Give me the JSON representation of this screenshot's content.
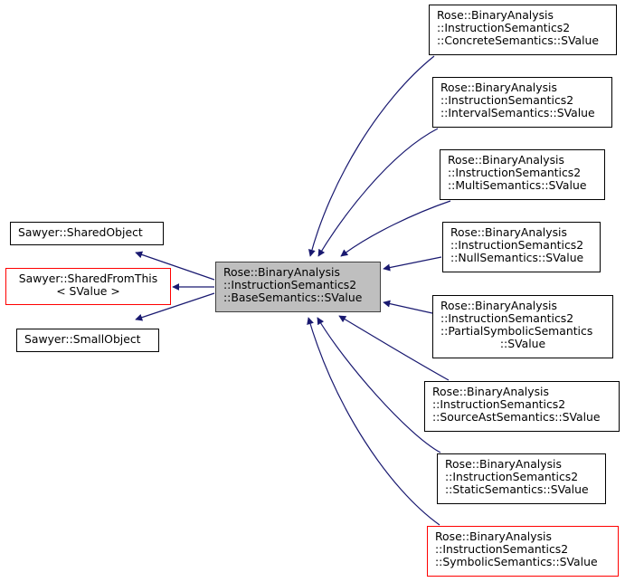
{
  "diagram": {
    "type": "inheritance-graph",
    "edge_color": "#191970",
    "focus": {
      "id": "base",
      "lines": [
        "Rose::BinaryAnalysis",
        "::InstructionSemantics2",
        "::BaseSemantics::SValue"
      ],
      "fill": "#bfbfbf"
    },
    "bases": [
      {
        "id": "shared-object",
        "lines": [
          "Sawyer::SharedObject"
        ],
        "border": "#000000"
      },
      {
        "id": "shared-from-this",
        "lines": [
          "Sawyer::SharedFromThis",
          "< SValue >"
        ],
        "border": "#ff0000"
      },
      {
        "id": "small-object",
        "lines": [
          "Sawyer::SmallObject"
        ],
        "border": "#000000"
      }
    ],
    "derived": [
      {
        "id": "concrete",
        "lines": [
          "Rose::BinaryAnalysis",
          "::InstructionSemantics2",
          "::ConcreteSemantics::SValue"
        ],
        "border": "#000000"
      },
      {
        "id": "interval",
        "lines": [
          "Rose::BinaryAnalysis",
          "::InstructionSemantics2",
          "::IntervalSemantics::SValue"
        ],
        "border": "#000000"
      },
      {
        "id": "multi",
        "lines": [
          "Rose::BinaryAnalysis",
          "::InstructionSemantics2",
          "::MultiSemantics::SValue"
        ],
        "border": "#000000"
      },
      {
        "id": "null",
        "lines": [
          "Rose::BinaryAnalysis",
          "::InstructionSemantics2",
          "::NullSemantics::SValue"
        ],
        "border": "#000000"
      },
      {
        "id": "partial-symbolic",
        "lines": [
          "Rose::BinaryAnalysis",
          "::InstructionSemantics2",
          "::PartialSymbolicSemantics",
          "::SValue"
        ],
        "border": "#000000"
      },
      {
        "id": "source-ast",
        "lines": [
          "Rose::BinaryAnalysis",
          "::InstructionSemantics2",
          "::SourceAstSemantics::SValue"
        ],
        "border": "#000000"
      },
      {
        "id": "static",
        "lines": [
          "Rose::BinaryAnalysis",
          "::InstructionSemantics2",
          "::StaticSemantics::SValue"
        ],
        "border": "#000000"
      },
      {
        "id": "symbolic",
        "lines": [
          "Rose::BinaryAnalysis",
          "::InstructionSemantics2",
          "::SymbolicSemantics::SValue"
        ],
        "border": "#ff0000"
      }
    ],
    "edges": [
      {
        "from": "base",
        "to": "shared-object"
      },
      {
        "from": "base",
        "to": "shared-from-this"
      },
      {
        "from": "base",
        "to": "small-object"
      },
      {
        "from": "concrete",
        "to": "base"
      },
      {
        "from": "interval",
        "to": "base"
      },
      {
        "from": "multi",
        "to": "base"
      },
      {
        "from": "null",
        "to": "base"
      },
      {
        "from": "partial-symbolic",
        "to": "base"
      },
      {
        "from": "source-ast",
        "to": "base"
      },
      {
        "from": "static",
        "to": "base"
      },
      {
        "from": "symbolic",
        "to": "base"
      }
    ]
  }
}
